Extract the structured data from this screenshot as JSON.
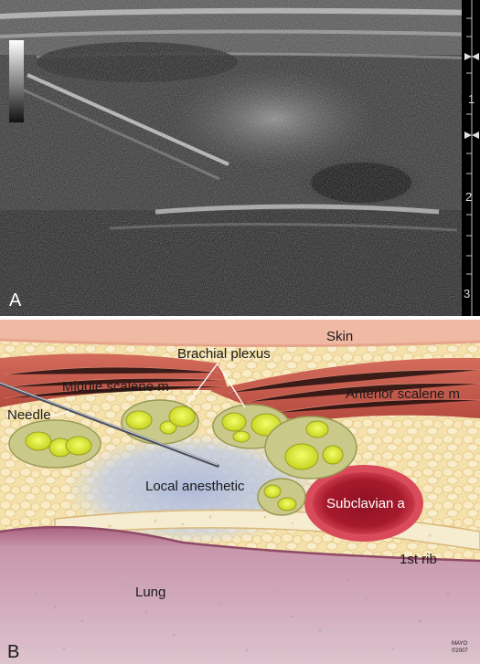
{
  "panel_a": {
    "label": "A",
    "depth_scale": {
      "ticks": [
        "1",
        "2",
        "3"
      ]
    }
  },
  "panel_b": {
    "label": "B",
    "labels": {
      "skin": "Skin",
      "brachial_plexus": "Brachial plexus",
      "middle_scalene": "Middle scalene m",
      "anterior_scalene": "Anterior scalene m",
      "needle": "Needle",
      "local_anesthetic": "Local anesthetic",
      "subclavian": "Subclavian a",
      "first_rib": "1st rib",
      "lung": "Lung"
    },
    "credit": {
      "line1": "MAYO",
      "line2": "©2007"
    }
  },
  "colors": {
    "fat": "#f3dfa8",
    "muscle": "#c8584a",
    "skin": "#f1c3b0",
    "lung": "#b77a94",
    "artery": "#b81e32",
    "nerve": "#d8e24c",
    "anesthetic": "#b9c8e4"
  }
}
